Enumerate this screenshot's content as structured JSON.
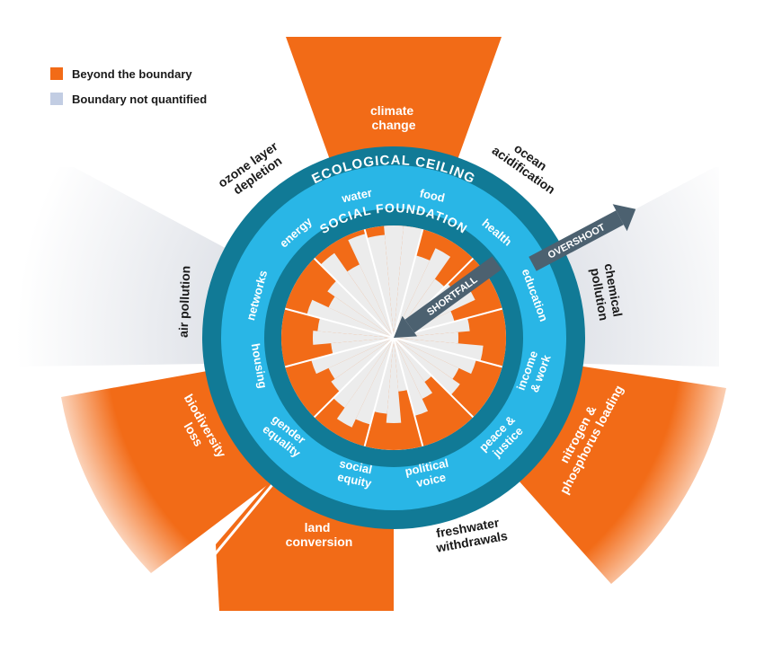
{
  "legend": {
    "beyond_label": "Beyond the boundary",
    "not_quantified_label": "Boundary not quantified"
  },
  "colors": {
    "beyond": "#f26b17",
    "not_quantified": "#c2cde3",
    "dark_ring": "#117a96",
    "light_ring": "#29b6e6",
    "shortfall_wedge": "#ececec",
    "arrow": "#4c6170",
    "white": "#ffffff"
  },
  "rings": {
    "ecological_ceiling": "ECOLOGICAL CEILING",
    "social_foundation": "SOCIAL FOUNDATION"
  },
  "arrows": {
    "overshoot": "OVERSHOOT",
    "shortfall": "SHORTFALL"
  },
  "ecological_ceiling_dimensions": [
    {
      "lines": [
        "climate",
        "change"
      ],
      "overshoot": true
    },
    {
      "lines": [
        "ocean",
        "acidification"
      ],
      "overshoot": false
    },
    {
      "lines": [
        "chemical",
        "pollution"
      ],
      "overshoot": false,
      "quantified": false
    },
    {
      "lines": [
        "nitrogen &",
        "phosphorus loading"
      ],
      "overshoot": true
    },
    {
      "lines": [
        "freshwater",
        "withdrawals"
      ],
      "overshoot": false
    },
    {
      "lines": [
        "land",
        "conversion"
      ],
      "overshoot": true
    },
    {
      "lines": [
        "biodiversity",
        "loss"
      ],
      "overshoot": true
    },
    {
      "lines": [
        "air pollution"
      ],
      "overshoot": false,
      "quantified": false
    },
    {
      "lines": [
        "ozone layer",
        "depletion"
      ],
      "overshoot": false
    }
  ],
  "social_foundation_dimensions": [
    {
      "lines": [
        "water"
      ]
    },
    {
      "lines": [
        "food"
      ]
    },
    {
      "lines": [
        "health"
      ]
    },
    {
      "lines": [
        "education"
      ]
    },
    {
      "lines": [
        "income",
        "& work"
      ]
    },
    {
      "lines": [
        "peace &",
        "justice"
      ]
    },
    {
      "lines": [
        "political",
        "voice"
      ]
    },
    {
      "lines": [
        "social",
        "equity"
      ]
    },
    {
      "lines": [
        "gender",
        "equality"
      ]
    },
    {
      "lines": [
        "housing"
      ]
    },
    {
      "lines": [
        "networks"
      ]
    },
    {
      "lines": [
        "energy"
      ]
    }
  ]
}
